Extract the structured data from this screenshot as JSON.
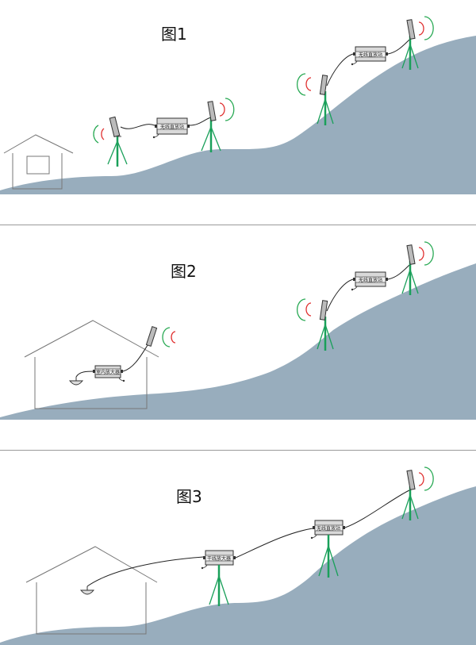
{
  "figures": [
    {
      "title": "图1",
      "units": [
        "无线直放站",
        "无线直放站"
      ]
    },
    {
      "title": "图2",
      "units": [
        "无线直放站",
        "室内放大器"
      ]
    },
    {
      "title": "图3",
      "units": [
        "无线直放站",
        "干线放大器"
      ]
    }
  ],
  "colors": {
    "terrain": "#98adbd",
    "mast": "#1aa05a",
    "signal_red": "#e03030",
    "signal_green": "#2aaa55",
    "border": "#9a9a9a",
    "unit_fill": "#d9d9d9"
  }
}
